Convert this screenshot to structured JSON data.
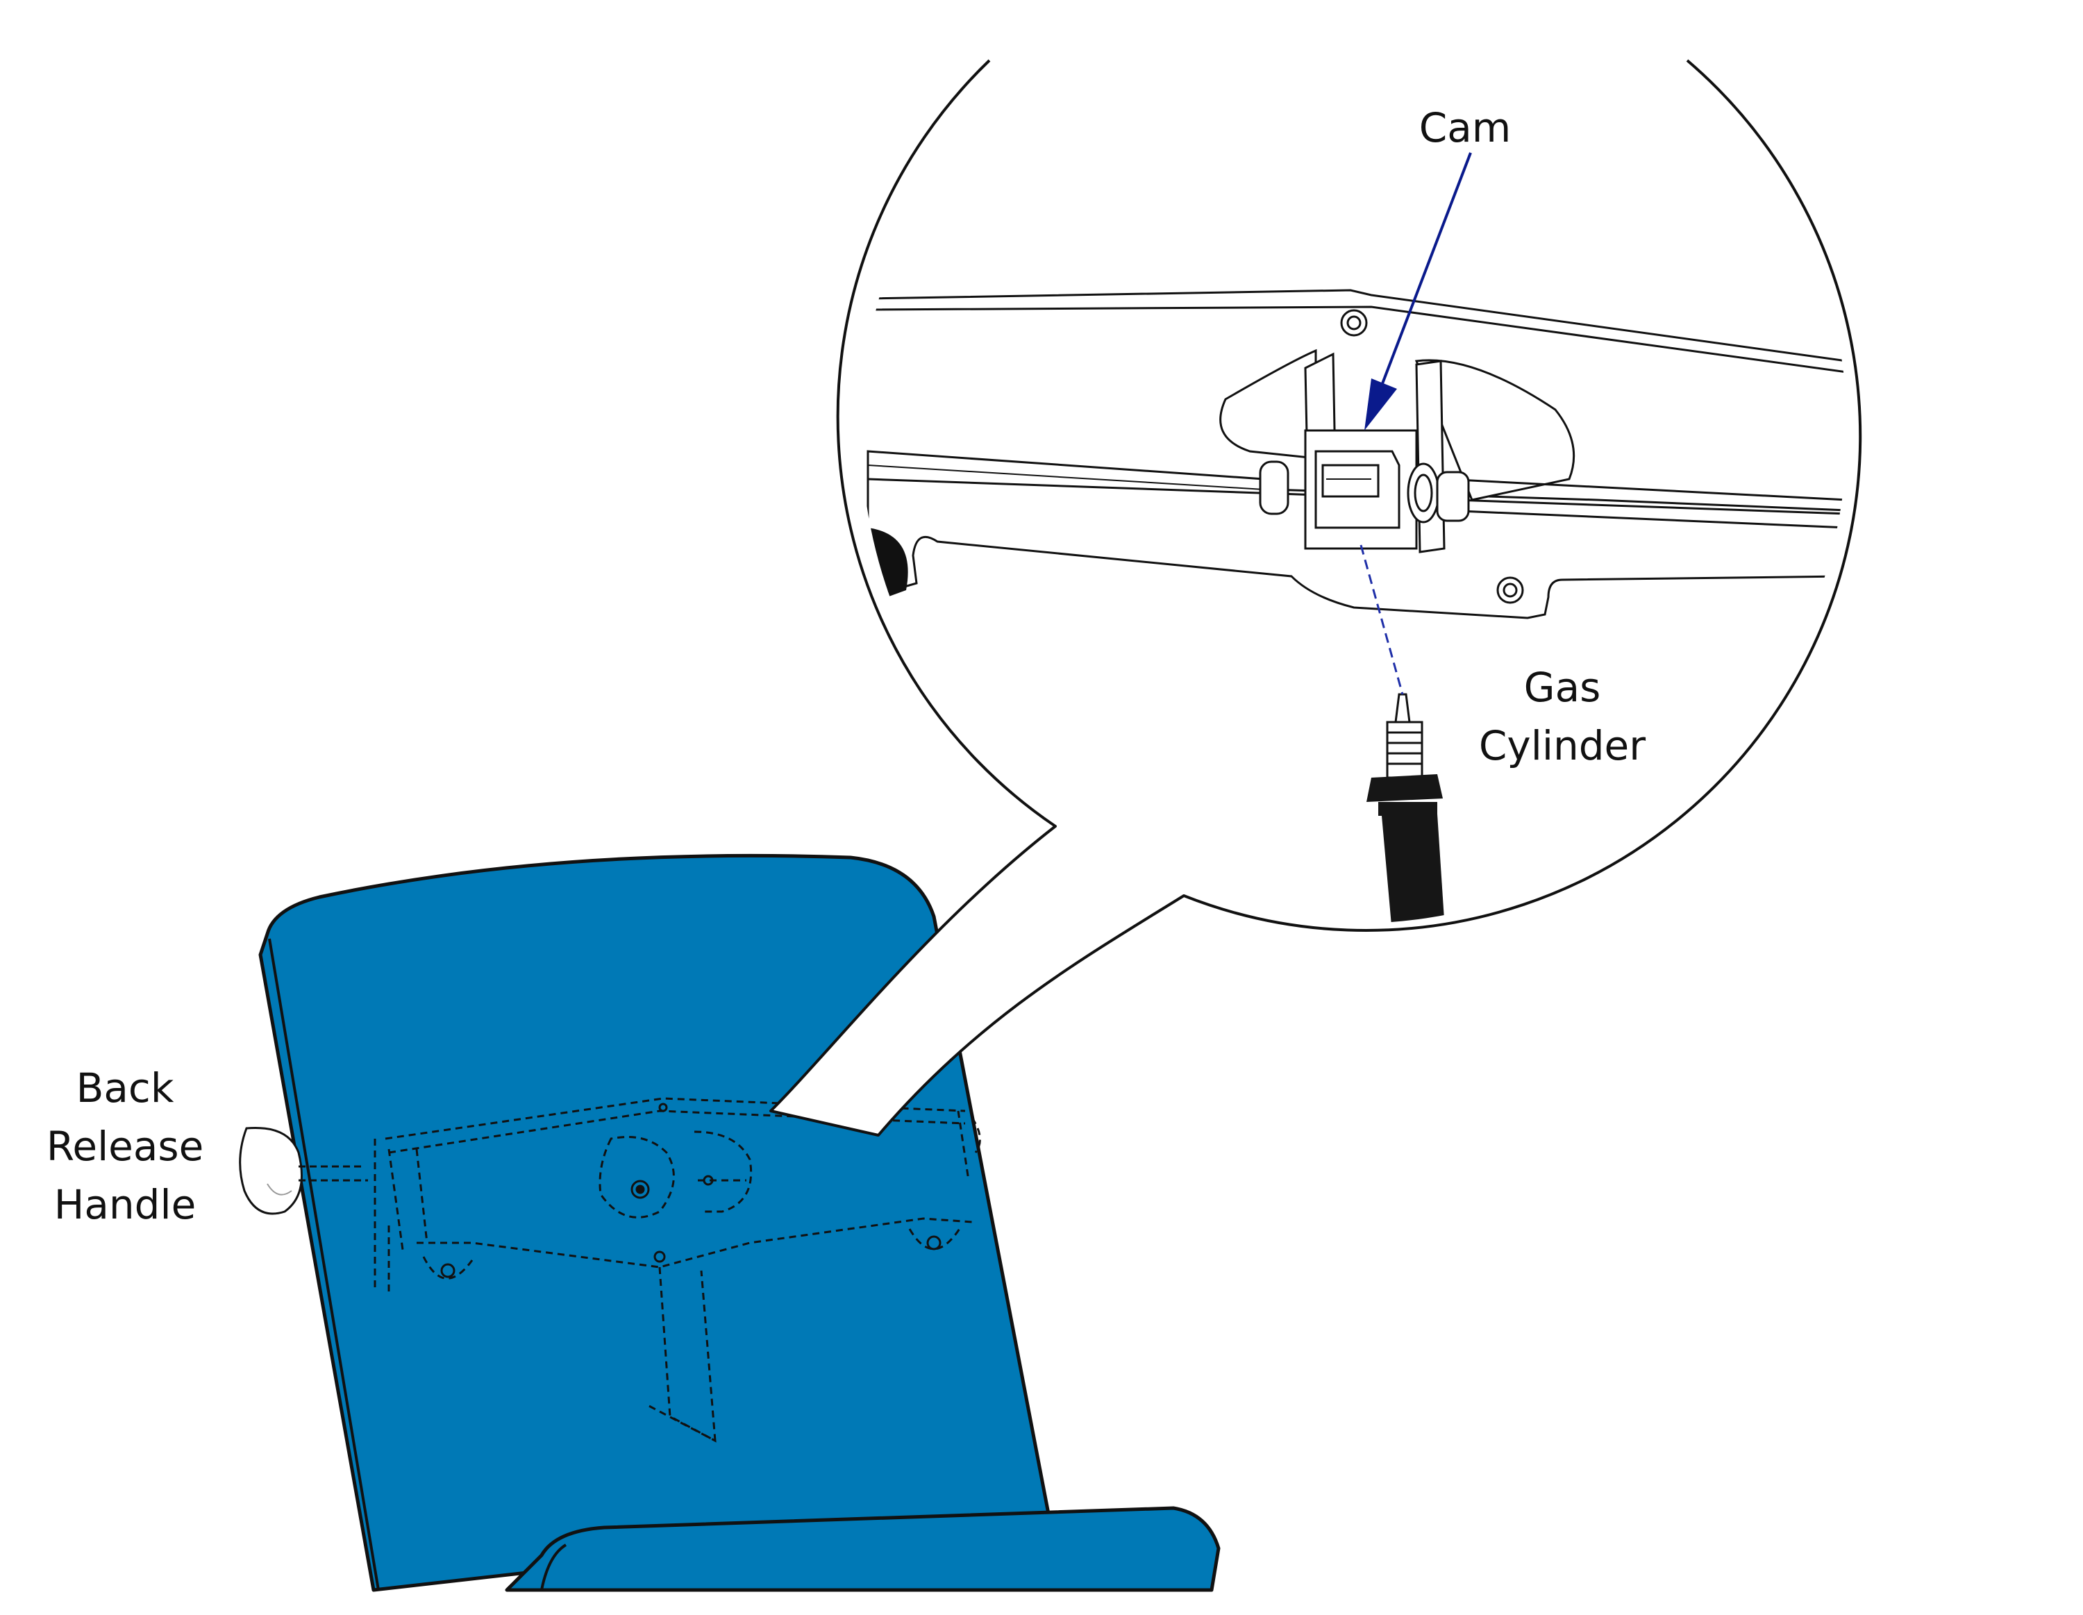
{
  "labels": {
    "cam": "Cam",
    "gas_cylinder": [
      "Gas",
      "Cylinder"
    ],
    "back_release_handle": [
      "Back",
      "Release",
      "Handle"
    ]
  },
  "colors": {
    "seat_blue": "#0079b6",
    "line": "#111111",
    "callout_arrow": "#0a1a8c",
    "cylinder": "#161616"
  }
}
